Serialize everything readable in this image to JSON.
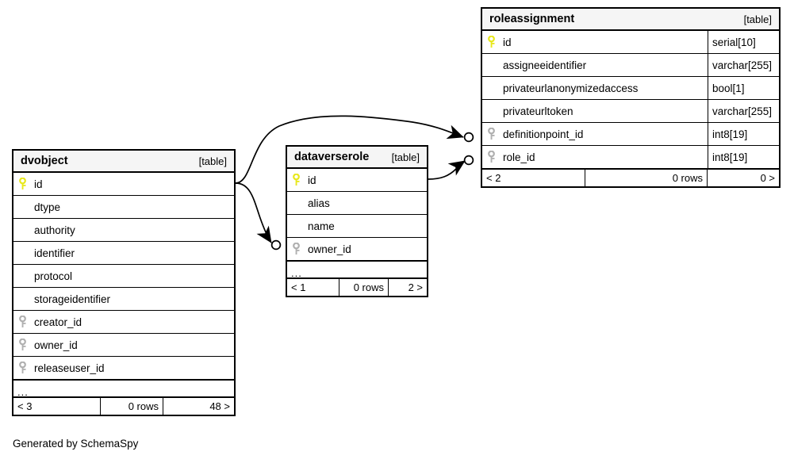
{
  "diagram": {
    "caption": "Generated by SchemaSpy",
    "table_kind_label": "[table]",
    "more_indicator": "...",
    "colors": {
      "primary_key": "#e8e81c",
      "foreign_key": "#b0b0b0",
      "header_bg": "#f5f5f5",
      "border": "#000000",
      "background": "#ffffff"
    }
  },
  "tables": {
    "dvobject": {
      "name": "dvobject",
      "kind": "[table]",
      "columns": [
        {
          "name": "id",
          "type": "",
          "key": "primary"
        },
        {
          "name": "dtype",
          "type": "",
          "key": "none"
        },
        {
          "name": "authority",
          "type": "",
          "key": "none"
        },
        {
          "name": "identifier",
          "type": "",
          "key": "none"
        },
        {
          "name": "protocol",
          "type": "",
          "key": "none"
        },
        {
          "name": "storageidentifier",
          "type": "",
          "key": "none"
        },
        {
          "name": "creator_id",
          "type": "",
          "key": "foreign"
        },
        {
          "name": "owner_id",
          "type": "",
          "key": "foreign"
        },
        {
          "name": "releaseuser_id",
          "type": "",
          "key": "foreign"
        }
      ],
      "has_more": true,
      "footer": {
        "prev": "< 3",
        "rows": "0 rows",
        "next": "48 >"
      }
    },
    "dataverserole": {
      "name": "dataverserole",
      "kind": "[table]",
      "columns": [
        {
          "name": "id",
          "type": "",
          "key": "primary"
        },
        {
          "name": "alias",
          "type": "",
          "key": "none"
        },
        {
          "name": "name",
          "type": "",
          "key": "none"
        },
        {
          "name": "owner_id",
          "type": "",
          "key": "foreign"
        }
      ],
      "has_more": true,
      "footer": {
        "prev": "< 1",
        "rows": "0 rows",
        "next": "2 >"
      }
    },
    "roleassignment": {
      "name": "roleassignment",
      "kind": "[table]",
      "columns": [
        {
          "name": "id",
          "type": "serial[10]",
          "key": "primary"
        },
        {
          "name": "assigneeidentifier",
          "type": "varchar[255]",
          "key": "none"
        },
        {
          "name": "privateurlanonymizedaccess",
          "type": "bool[1]",
          "key": "none"
        },
        {
          "name": "privateurltoken",
          "type": "varchar[255]",
          "key": "none"
        },
        {
          "name": "definitionpoint_id",
          "type": "int8[19]",
          "key": "foreign"
        },
        {
          "name": "role_id",
          "type": "int8[19]",
          "key": "foreign"
        }
      ],
      "has_more": false,
      "footer": {
        "prev": "< 2",
        "rows": "0 rows",
        "next": "0 >"
      }
    }
  },
  "relationships": [
    {
      "from_table": "dvobject",
      "from_column": "id",
      "to_table": "roleassignment",
      "to_column": "definitionpoint_id"
    },
    {
      "from_table": "dvobject",
      "from_column": "id",
      "to_table": "dataverserole",
      "to_column": "owner_id"
    },
    {
      "from_table": "dataverserole",
      "from_column": "id",
      "to_table": "roleassignment",
      "to_column": "role_id"
    }
  ]
}
